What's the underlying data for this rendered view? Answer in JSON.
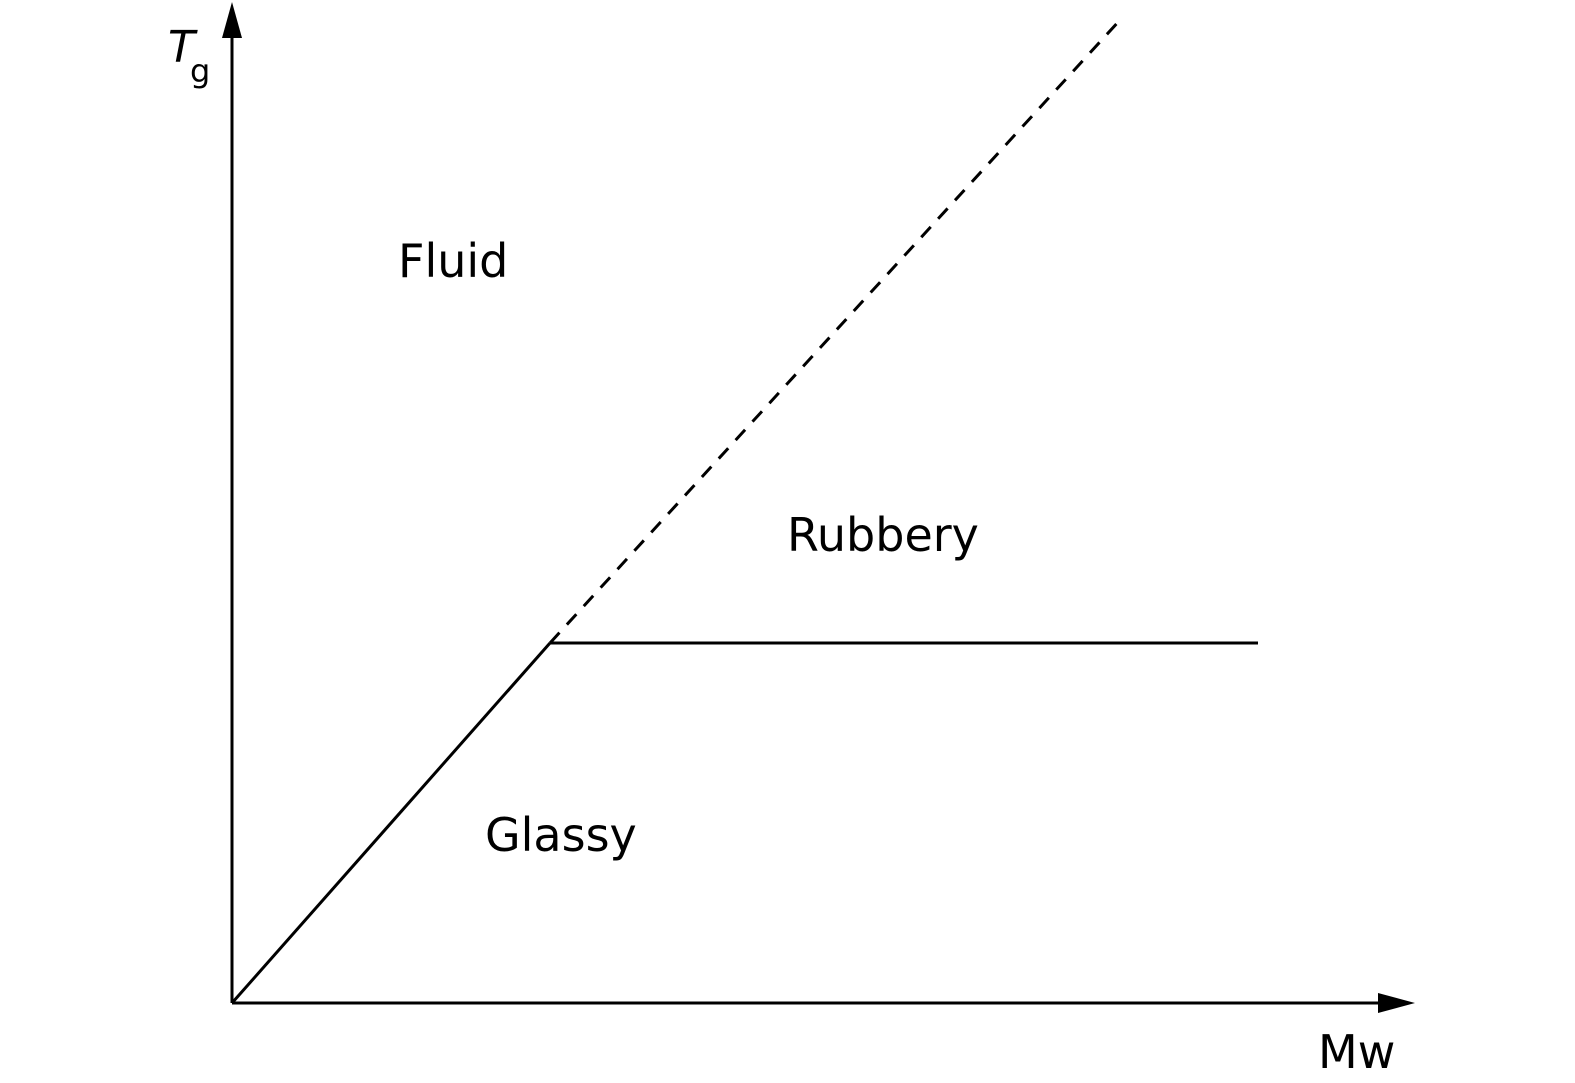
{
  "diagram": {
    "axes": {
      "y_label": "T",
      "y_label_subscript": "g",
      "x_label": "Mw"
    },
    "regions": {
      "fluid": "Fluid",
      "rubbery": "Rubbery",
      "glassy": "Glassy"
    },
    "colors": {
      "lines": "#000000",
      "background": "#ffffff"
    }
  }
}
